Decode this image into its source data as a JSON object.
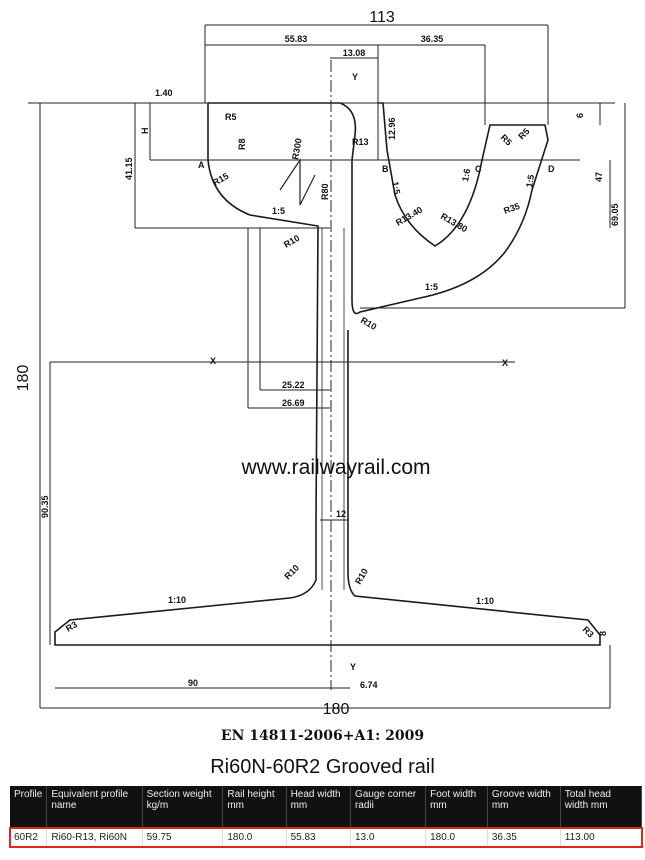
{
  "watermark": "www.railwayrail.com",
  "standard": "EN 14811-2006+A1: 2009",
  "title": "Ri60N-60R2 Grooved rail",
  "dims": {
    "total_head_width": "113",
    "head_width": "55.83",
    "groove_width": "36.35",
    "web_offset": "13.08",
    "r140": "1.40",
    "r5": "R5",
    "r8": "R8",
    "r300": "R300",
    "h": "H",
    "r15": "R15",
    "r13": "R13",
    "d1296": "12.96",
    "r5b": "R5",
    "r5c": "R5",
    "six": "6",
    "forty_seven": "47",
    "d4115": "41.15",
    "a": "A",
    "b": "B",
    "c": "C",
    "d": "D",
    "r80": "R80",
    "r1340": "R13.40",
    "r1380": "R13.80",
    "r35": "R35",
    "d6905": "69.05",
    "r10": "R10",
    "r10b": "R10",
    "slope_1_5a": "1:5",
    "slope_1_5b": "1:5",
    "slope_1_6": "1:6",
    "slope_1_5c": "1:5",
    "slope_1_5d": "1:5",
    "x_left": "X",
    "x_right": "X",
    "y_top": "Y",
    "y_bottom": "Y",
    "height_180": "180",
    "d2522": "25.22",
    "d2669": "26.69",
    "d9035": "90.35",
    "web_12": "12",
    "r10c": "R10",
    "r10d": "R10",
    "slope_1_10a": "1:10",
    "slope_1_10b": "1:10",
    "r3a": "R3",
    "r3b": "R3",
    "eight": "8",
    "ninety": "90",
    "d674": "6.74",
    "foot_180": "180"
  },
  "table": {
    "headers": [
      "Profile",
      "Equivalent profile name",
      "Section weight kg/m",
      "Rail height mm",
      "Head width mm",
      "Gauge corner radii",
      "Foot width mm",
      "Groove width mm",
      "Total head width mm"
    ],
    "row": [
      "60R2",
      "Ri60-R13, Ri60N",
      "59.75",
      "180.0",
      "55.83",
      "13.0",
      "180.0",
      "36.35",
      "113.00"
    ]
  }
}
